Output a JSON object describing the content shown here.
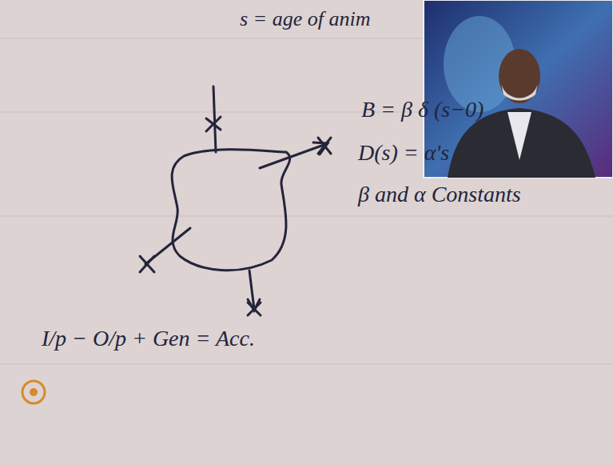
{
  "diagram": {
    "labels": [
      "s = age of anim",
      "B = β δ (s−0)",
      "D(s) = α's",
      "β and α Constants",
      "I/p − O/p + Gen = Acc."
    ]
  }
}
